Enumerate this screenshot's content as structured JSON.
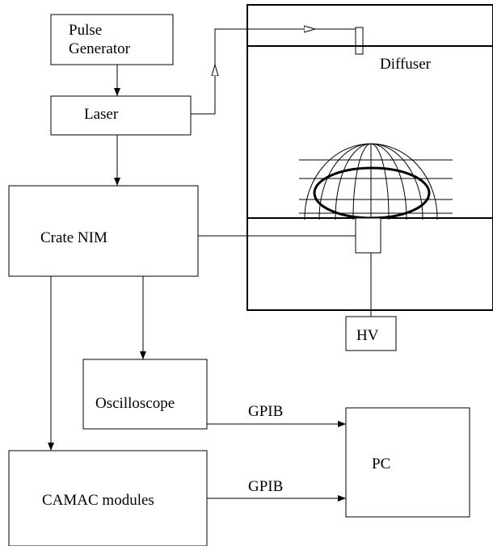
{
  "diagram": {
    "boxes": {
      "pulse_generator": {
        "line1": "Pulse",
        "line2": "Generator"
      },
      "laser": "Laser",
      "crate_nim": "Crate NIM",
      "oscilloscope": "Oscilloscope",
      "camac": "CAMAC modules",
      "pc": "PC",
      "hv": "HV"
    },
    "labels": {
      "diffuser": "Diffuser",
      "gpib_oscilloscope": "GPIB",
      "gpib_camac": "GPIB"
    },
    "colors": {
      "stroke": "#000000",
      "background": "#ffffff"
    }
  }
}
